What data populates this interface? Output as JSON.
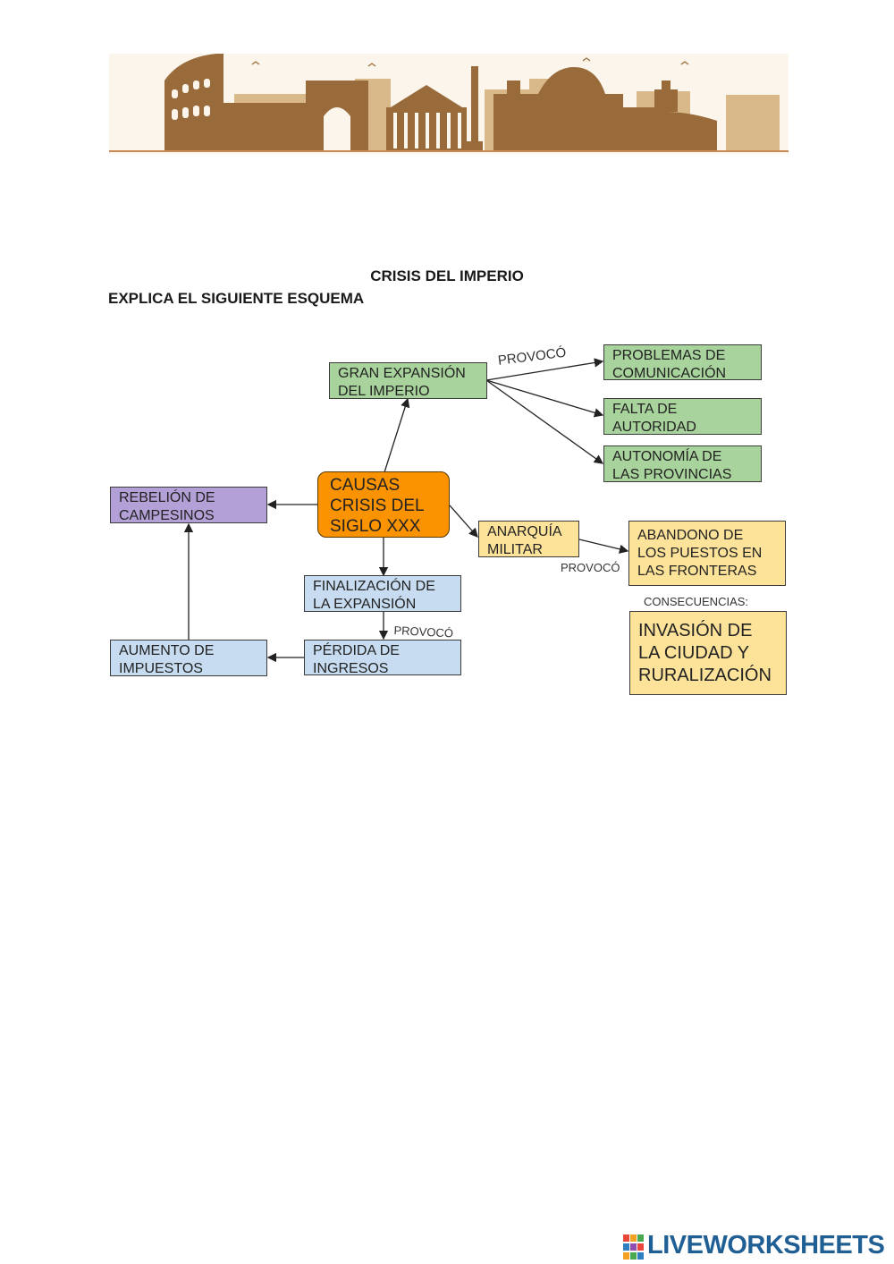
{
  "title": "CRISIS DEL IMPERIO",
  "instruction": "EXPLICA EL SIGUIENTE ESQUEMA",
  "colors": {
    "banner_brown": "#9a6b3a",
    "banner_tan": "#d9b98a",
    "green": "#a8d39c",
    "purple": "#b3a0d6",
    "blue": "#c7dcf0",
    "yellow": "#fde39a",
    "orange": "#fb9200",
    "brand_blue": "#1f5f94"
  },
  "diagram": {
    "center": [
      "CAUSAS",
      "CRISIS DEL",
      "SIGLO XXX"
    ],
    "gran_expansion": [
      "GRAN EXPANSIÓN",
      "DEL IMPERIO"
    ],
    "problemas": [
      "PROBLEMAS DE",
      "COMUNICACIÓN"
    ],
    "falta": [
      "FALTA DE",
      "AUTORIDAD"
    ],
    "autonomia": [
      "AUTONOMÍA DE",
      "LAS PROVINCIAS"
    ],
    "rebelion": [
      "REBELIÓN DE",
      "CAMPESINOS"
    ],
    "anarquia": [
      "ANARQUÍA",
      "MILITAR"
    ],
    "abandono": [
      "ABANDONO DE",
      "LOS PUESTOS EN",
      "LAS FRONTERAS"
    ],
    "consecuencias_label": "CONSECUENCIAS:",
    "invasion": [
      "INVASIÓN DE",
      "LA CIUDAD Y",
      "RURALIZACIÓN"
    ],
    "finalizacion": [
      "FINALIZACIÓN DE",
      "LA EXPANSIÓN"
    ],
    "perdida": [
      "PÉRDIDA DE",
      "INGRESOS"
    ],
    "aumento": [
      "AUMENTO DE",
      "IMPUESTOS"
    ],
    "provoco_1": "PROVOCÓ",
    "provoco_2": "PROVOCÓ",
    "provoco_3": "PROVOCÓ"
  },
  "footer": {
    "brand": "LIVEWORKSHEETS",
    "logo_icon": "liveworksheets-logo-icon"
  }
}
